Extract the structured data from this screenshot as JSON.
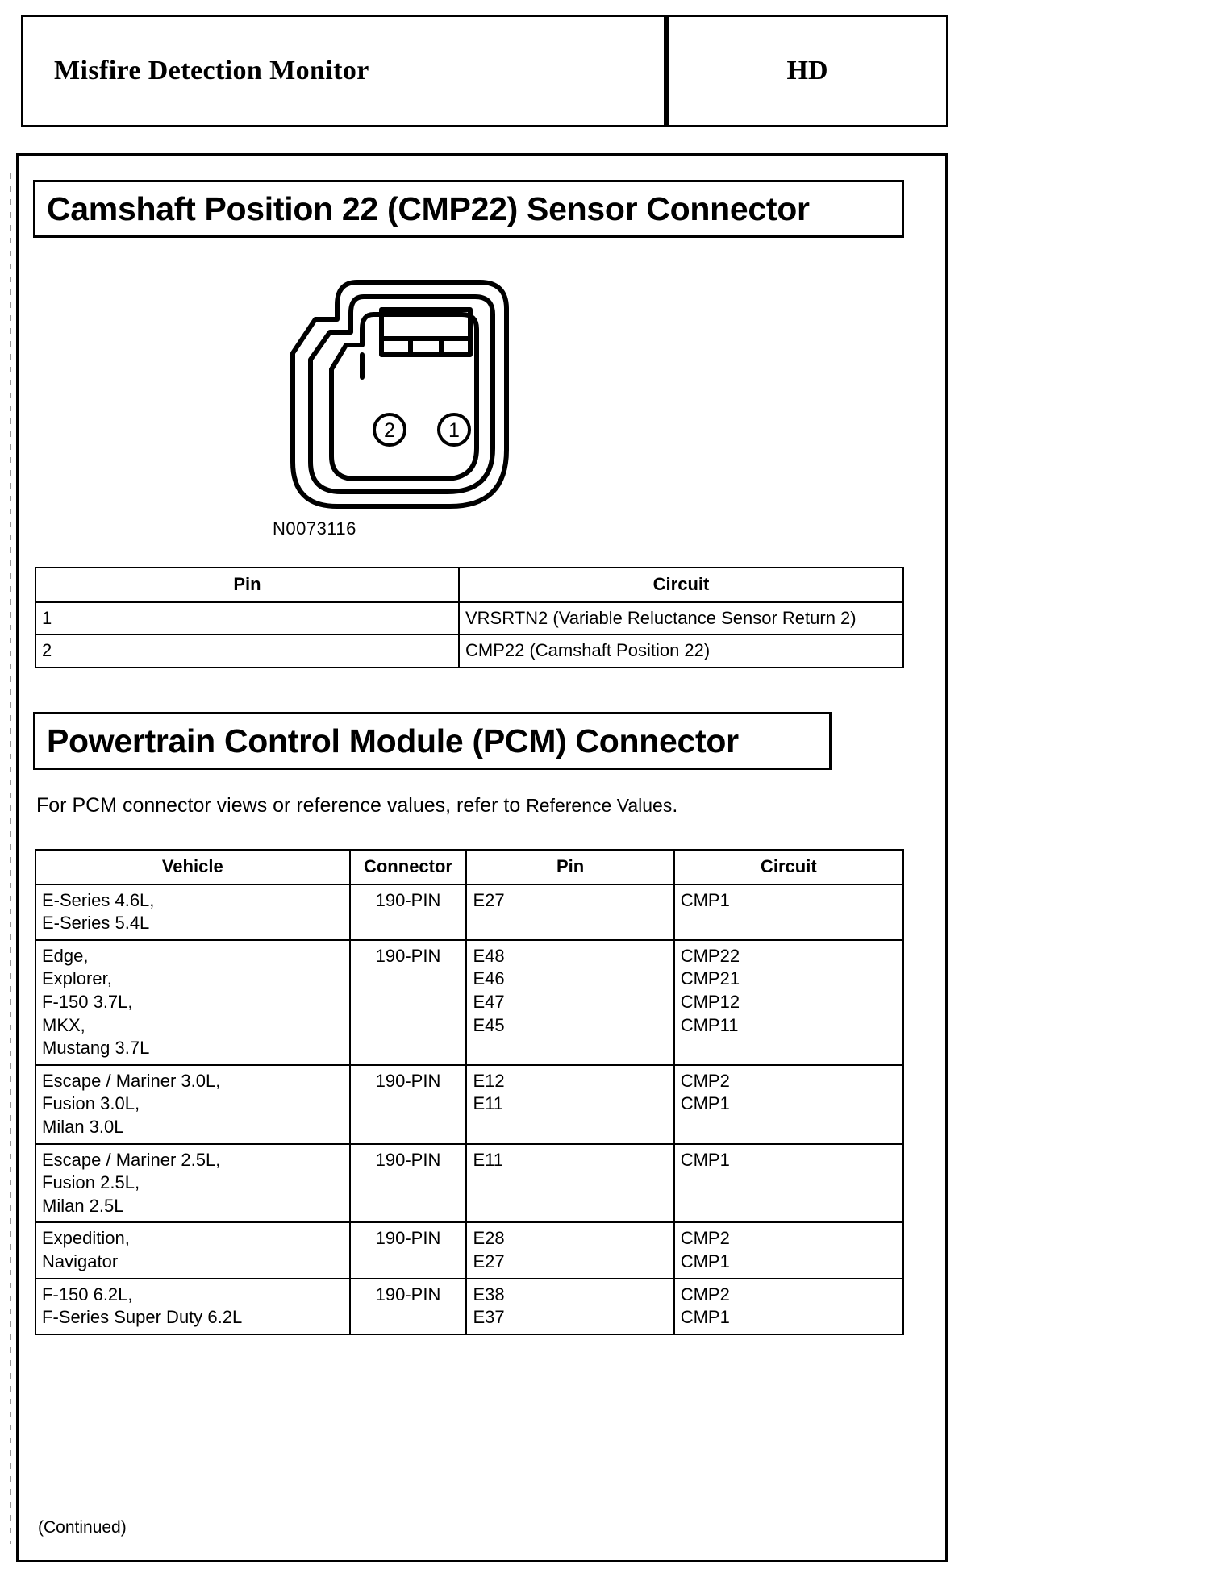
{
  "header": {
    "title": "Misfire Detection Monitor",
    "code": "HD"
  },
  "sections": {
    "cmp22_title": "Camshaft Position 22 (CMP22) Sensor Connector",
    "pcm_title": "Powertrain Control Module (PCM) Connector"
  },
  "connector": {
    "part_number": "N0073116",
    "pin_markers": [
      "2",
      "1"
    ]
  },
  "pin_table": {
    "headers": [
      "Pin",
      "Circuit"
    ],
    "rows": [
      {
        "pin": "1",
        "circuit": "VRSRTN2 (Variable Reluctance Sensor Return 2)"
      },
      {
        "pin": "2",
        "circuit": "CMP22 (Camshaft Position 22)"
      }
    ]
  },
  "reference_note": {
    "lead": "For PCM connector views or reference values, refer to ",
    "link": "Reference Values",
    "tail": "."
  },
  "vehicle_table": {
    "headers": [
      "Vehicle",
      "Connector",
      "Pin",
      "Circuit"
    ],
    "rows": [
      {
        "vehicle": "E-Series 4.6L,\nE-Series 5.4L",
        "connector": "190-PIN",
        "pin": "E27",
        "circuit": "CMP1"
      },
      {
        "vehicle": "Edge,\nExplorer,\nF-150 3.7L,\nMKX,\nMustang 3.7L",
        "connector": "190-PIN",
        "pin": "E48\nE46\nE47\nE45",
        "circuit": "CMP22\nCMP21\nCMP12\nCMP11"
      },
      {
        "vehicle": "Escape / Mariner 3.0L,\nFusion 3.0L,\nMilan 3.0L",
        "connector": "190-PIN",
        "pin": "E12\nE11",
        "circuit": "CMP2\nCMP1"
      },
      {
        "vehicle": "Escape / Mariner 2.5L,\nFusion 2.5L,\nMilan 2.5L",
        "connector": "190-PIN",
        "pin": "E11",
        "circuit": "CMP1"
      },
      {
        "vehicle": "Expedition,\nNavigator",
        "connector": "190-PIN",
        "pin": "E28\nE27",
        "circuit": "CMP2\nCMP1"
      },
      {
        "vehicle": "F-150 6.2L,\nF-Series Super Duty 6.2L",
        "connector": "190-PIN",
        "pin": "E38\nE37",
        "circuit": "CMP2\nCMP1"
      }
    ]
  },
  "footer": {
    "continued": "(Continued)"
  }
}
